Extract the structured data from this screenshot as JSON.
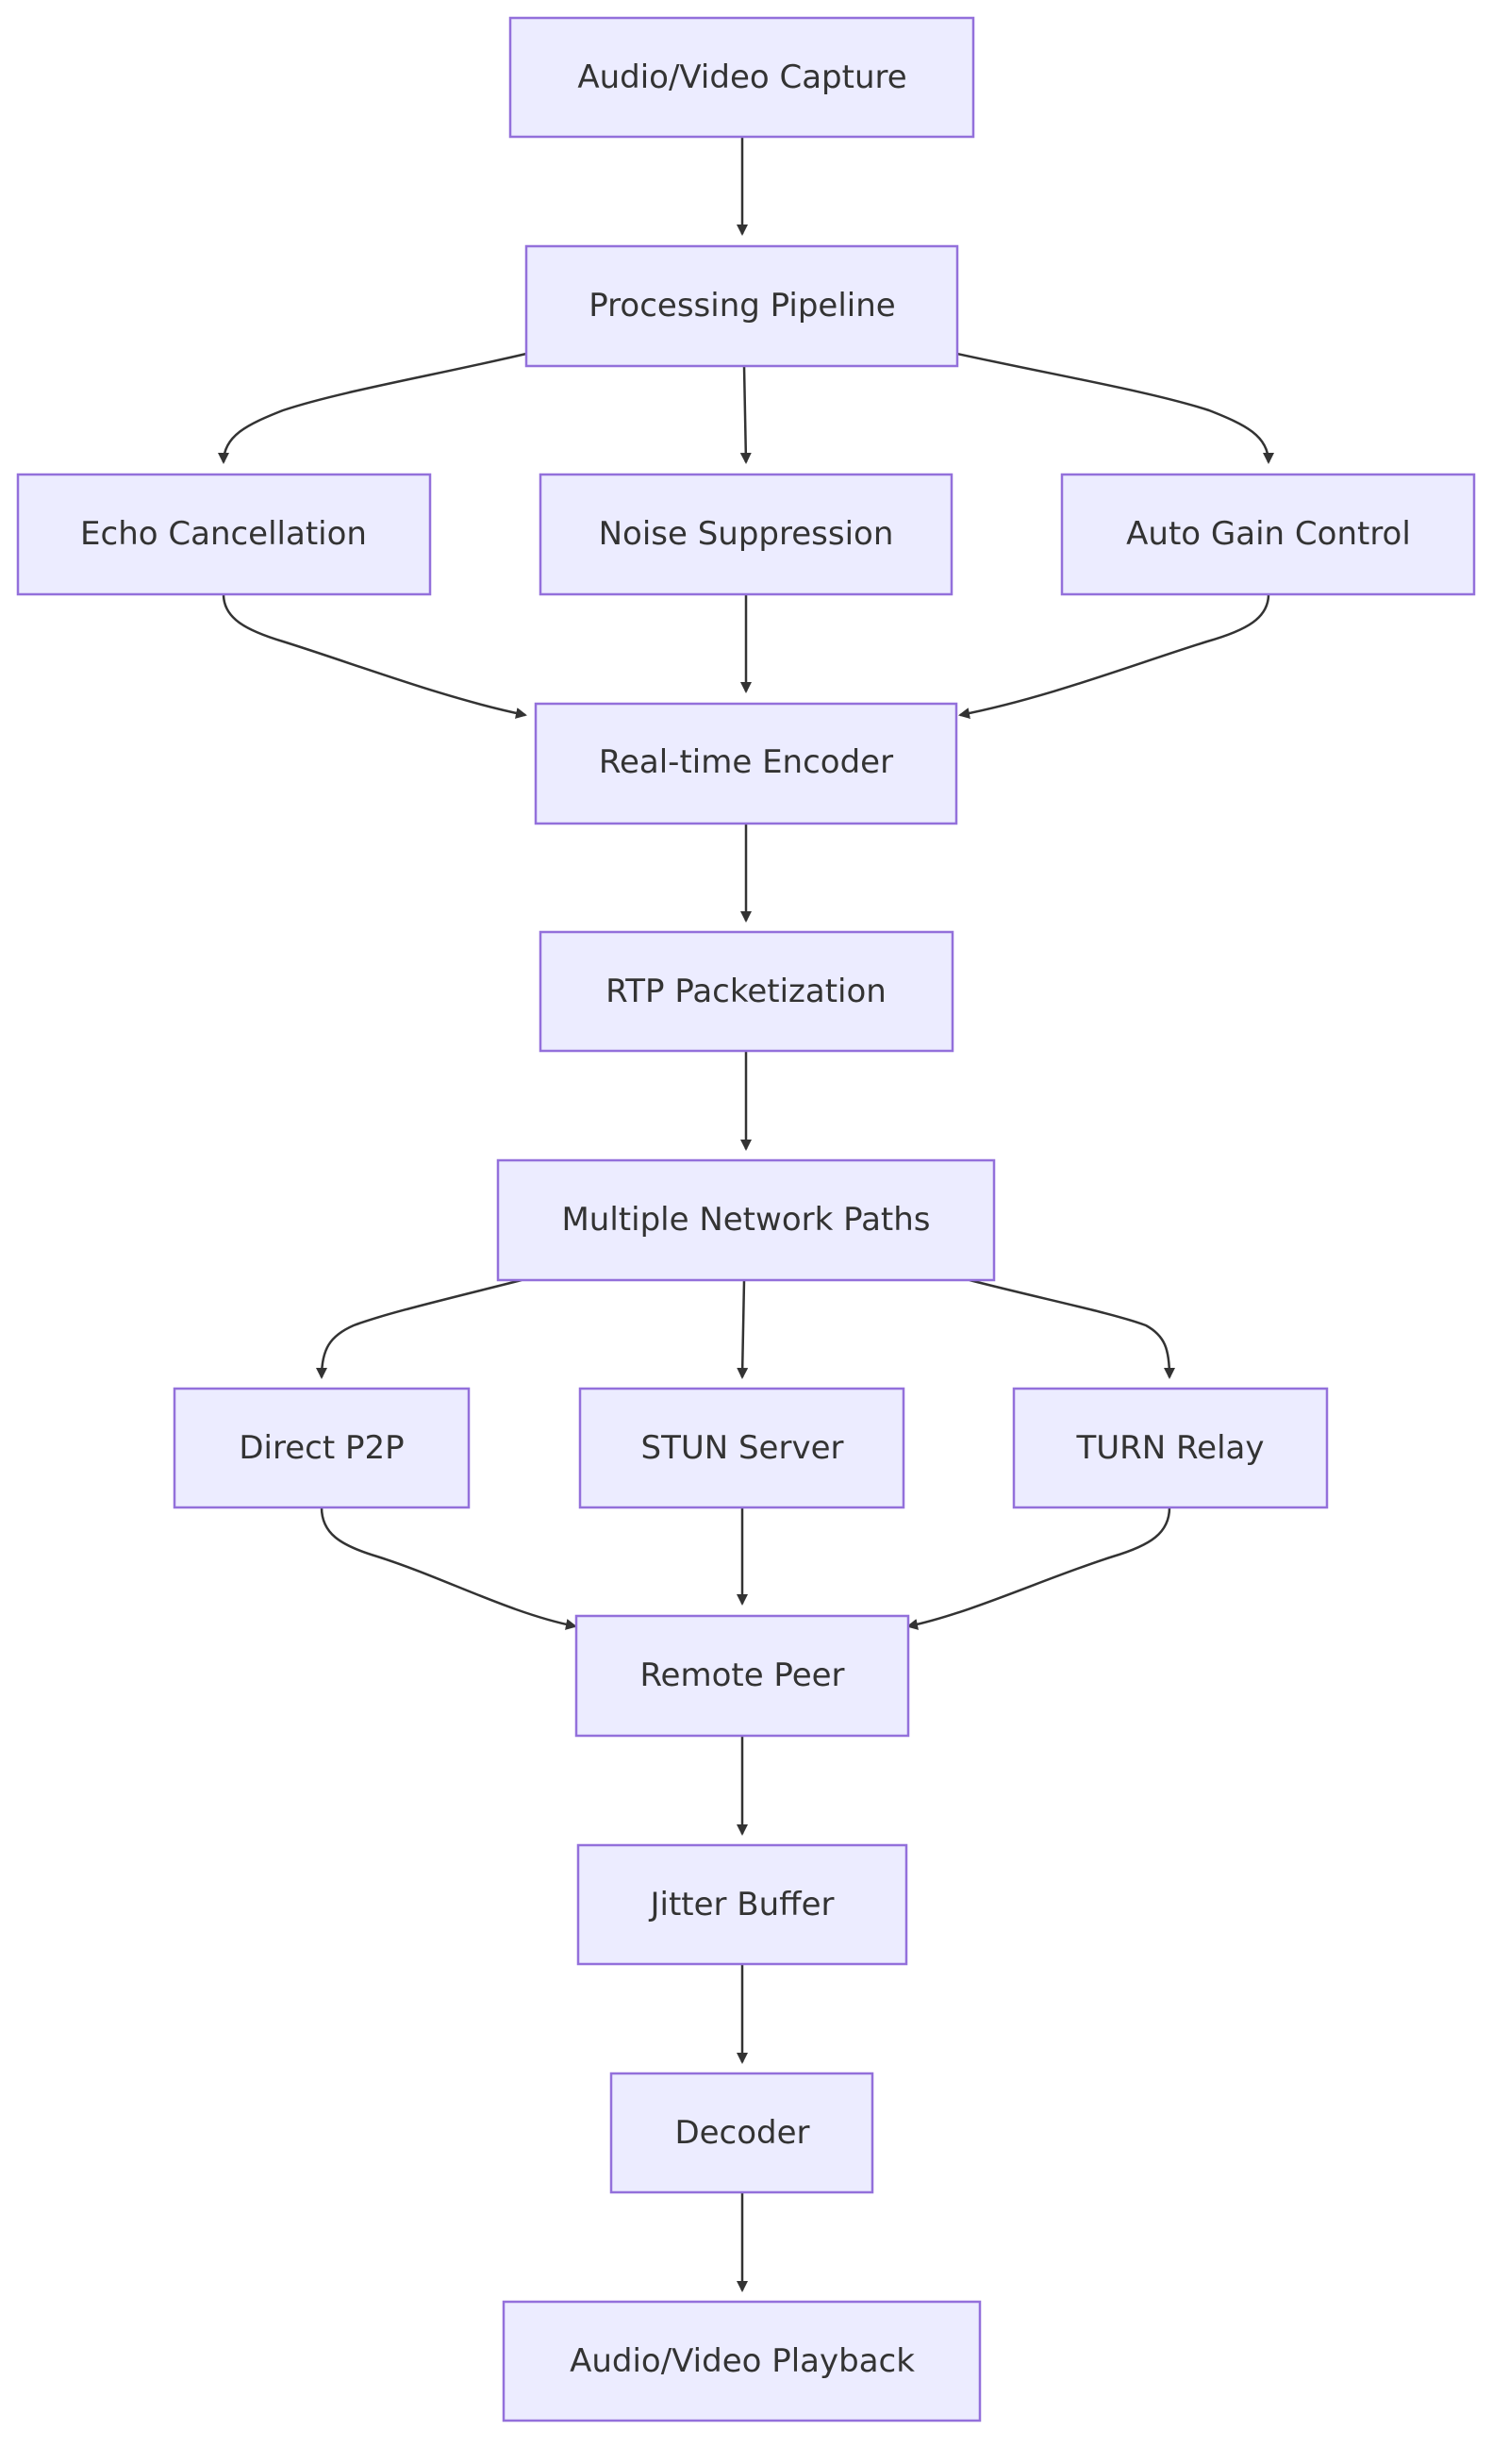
{
  "diagram": {
    "type": "flowchart",
    "direction": "top-down",
    "colors": {
      "node_fill": "#ECECFF",
      "node_border": "#9370DB",
      "edge": "#333333",
      "text": "#333333"
    },
    "nodes": {
      "capture": "Audio/Video Capture",
      "pipeline": "Processing Pipeline",
      "echo": "Echo Cancellation",
      "noise": "Noise Suppression",
      "gain": "Auto Gain Control",
      "encoder": "Real-time Encoder",
      "rtp": "RTP Packetization",
      "paths": "Multiple Network Paths",
      "p2p": "Direct P2P",
      "stun": "STUN Server",
      "turn": "TURN Relay",
      "peer": "Remote Peer",
      "jitter": "Jitter Buffer",
      "decoder": "Decoder",
      "playback": "Audio/Video Playback"
    },
    "edges": [
      [
        "capture",
        "pipeline"
      ],
      [
        "pipeline",
        "echo"
      ],
      [
        "pipeline",
        "noise"
      ],
      [
        "pipeline",
        "gain"
      ],
      [
        "echo",
        "encoder"
      ],
      [
        "noise",
        "encoder"
      ],
      [
        "gain",
        "encoder"
      ],
      [
        "encoder",
        "rtp"
      ],
      [
        "rtp",
        "paths"
      ],
      [
        "paths",
        "p2p"
      ],
      [
        "paths",
        "stun"
      ],
      [
        "paths",
        "turn"
      ],
      [
        "p2p",
        "peer"
      ],
      [
        "stun",
        "peer"
      ],
      [
        "turn",
        "peer"
      ],
      [
        "peer",
        "jitter"
      ],
      [
        "jitter",
        "decoder"
      ],
      [
        "decoder",
        "playback"
      ]
    ]
  }
}
